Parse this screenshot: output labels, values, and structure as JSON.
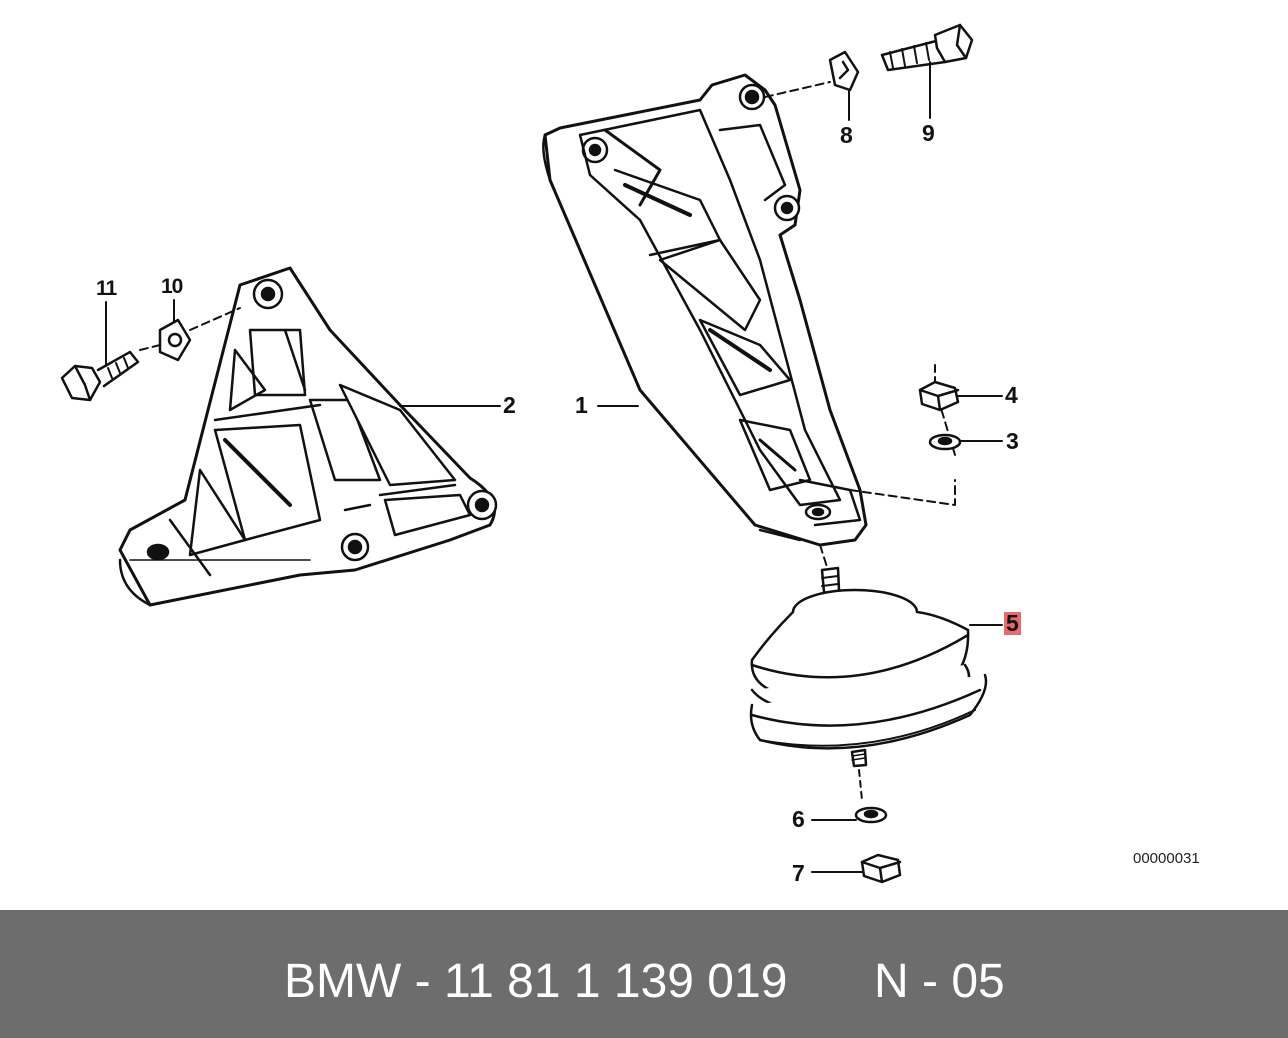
{
  "diagram": {
    "callouts": {
      "c1": "1",
      "c2": "2",
      "c3": "3",
      "c4": "4",
      "c5": "5",
      "c6": "6",
      "c7": "7",
      "c8": "8",
      "c9": "9",
      "c10": "10",
      "c11": "11"
    },
    "highlighted_callout": "5",
    "highlight_color": "#e96a6a",
    "image_code": "00000031"
  },
  "footer": {
    "part_text": "BMW - 11 81 1 139 019",
    "page_ref": "N - 05",
    "background_color": "#6d6d6d",
    "text_color": "#ffffff"
  }
}
